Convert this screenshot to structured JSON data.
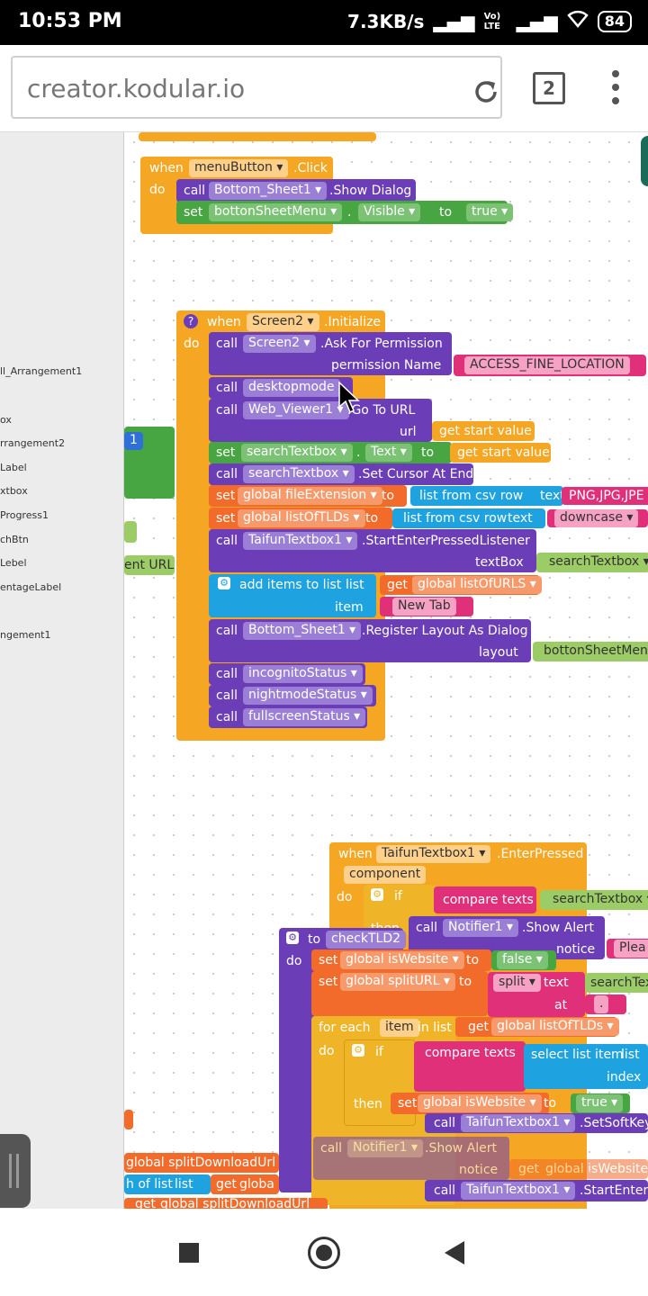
{
  "status_bar": {
    "time": "10:53 PM",
    "net_speed": "7.3KB/s",
    "lte": "Vo) LTE",
    "battery": "84"
  },
  "browser": {
    "url": "creator.kodular.io",
    "tab_count": "2"
  },
  "sidebar": {
    "items": [
      "ll_Arrangement1",
      "ox",
      "rrangement2",
      "Label",
      "xtbox",
      "Progress1",
      "chBtn",
      "Lebel",
      "entageLabel",
      "ngement1"
    ]
  },
  "blocks": {
    "menu_click": {
      "when": "when",
      "component": "menuButton",
      "event": ".Click",
      "do": "do",
      "row1_call": "call",
      "row1_component": "Bottom_Sheet1",
      "row1_method": ".Show Dialog",
      "row2_set": "set",
      "row2_component": "bottonSheetMenu",
      "row2_dot": ".",
      "row2_prop": "Visible",
      "row2_to": "to",
      "row2_value": "true"
    },
    "screen_init": {
      "help": "?",
      "when": "when",
      "component": "Screen2",
      "event": ".Initialize",
      "do": "do",
      "r1_call": "call",
      "r1_comp": "Screen2",
      "r1_method": ".Ask For Permission",
      "r1_param": "permission Name",
      "r1_value": "ACCESS_FINE_LOCATION",
      "r2_call": "call",
      "r2_proc": "desktopmode",
      "r3_call": "call",
      "r3_comp": "Web_Viewer1",
      "r3_method": ".Go To URL",
      "r3_param": "url",
      "r3_value": "get start value",
      "r4_set": "set",
      "r4_comp": "searchTextbox",
      "r4_dot": ".",
      "r4_prop": "Text",
      "r4_to": "to",
      "r4_value": "get start value",
      "r5_call": "call",
      "r5_comp": "searchTextbox",
      "r5_method": ".Set Cursor At End",
      "r6_set": "set",
      "r6_var": "global fileExtension",
      "r6_to": "to",
      "r6_fn": "list from csv row",
      "r6_text": "text",
      "r6_value": "PNG,JPG,JPE",
      "r7_set": "set",
      "r7_var": "global listOfTLDs",
      "r7_to": "to",
      "r7_fn": "list from csv row",
      "r7_text": "text",
      "r7_value": "downcase",
      "r8_call": "call",
      "r8_comp": "TaifunTextbox1",
      "r8_method": ".StartEnterPressedListener",
      "r8_param": "textBox",
      "r8_value": "searchTextbox",
      "r9_add": "add items to list",
      "r9_list": "list",
      "r9_get": "get",
      "r9_var": "global listOfURLS",
      "r9_item": "item",
      "r9_value": "New Tab",
      "r10_call": "call",
      "r10_comp": "Bottom_Sheet1",
      "r10_method": ".Register Layout As Dialog",
      "r10_param": "layout",
      "r10_value": "bottonSheetMenu",
      "r11_call": "call",
      "r11_proc": "incognitoStatus",
      "r12_call": "call",
      "r12_proc": "nightmodeStatus",
      "r13_call": "call",
      "r13_proc": "fullscreenStatus"
    },
    "left_partial": {
      "a": "1",
      "b": "ent URL"
    },
    "taifun_enter": {
      "when": "when",
      "component": "TaifunTextbox1",
      "event": ".EnterPressed",
      "param": "component",
      "do": "do",
      "if": "if",
      "compare": "compare texts",
      "compare_value": "searchTextbox",
      "then": "then",
      "call": "call",
      "notifier": "Notifier1",
      "method": ".Show Alert",
      "notice": "notice",
      "notice_value": "Plea"
    },
    "check_tld": {
      "to": "to",
      "name": "checkTLD2",
      "do": "do",
      "r1_set": "set",
      "r1_var": "global isWebsite",
      "r1_to": "to",
      "r1_value": "false",
      "r2_set": "set",
      "r2_var": "global splitURL",
      "r2_to": "to",
      "r2_fn": "split",
      "r2_text": "text",
      "r2_textval": "searchTex",
      "r2_at": "at",
      "r2_atval": ".",
      "foreach": "for each",
      "item": "item",
      "inlist": "in list",
      "fe_get": "get",
      "fe_var": "global listOfTLDs",
      "fe_do": "do",
      "if": "if",
      "compare": "compare texts",
      "select": "select list item",
      "list": "list",
      "index": "index",
      "then": "then",
      "then_set": "set",
      "then_var": "global isWebsite",
      "then_to": "to",
      "then_value": "true",
      "call1": "call",
      "call1_comp": "TaifunTextbox1",
      "call1_method": ".SetSoftKeyl",
      "ghost_call": "call",
      "ghost_comp": "Notifier1",
      "ghost_method": ".Show Alert",
      "ghost_notice": "notice",
      "ghost_get": "get",
      "ghost_var": "global isWebsite",
      "call2": "call",
      "call2_comp": "TaifunTextbox1",
      "call2_method": ".StartEnterP"
    },
    "bottom_left": {
      "a": "global splitDownloadUrl",
      "b": "h of list",
      "c": "list",
      "d": "get",
      "e": "globa",
      "f": "get",
      "g": "global splitDownloadUrl"
    }
  }
}
